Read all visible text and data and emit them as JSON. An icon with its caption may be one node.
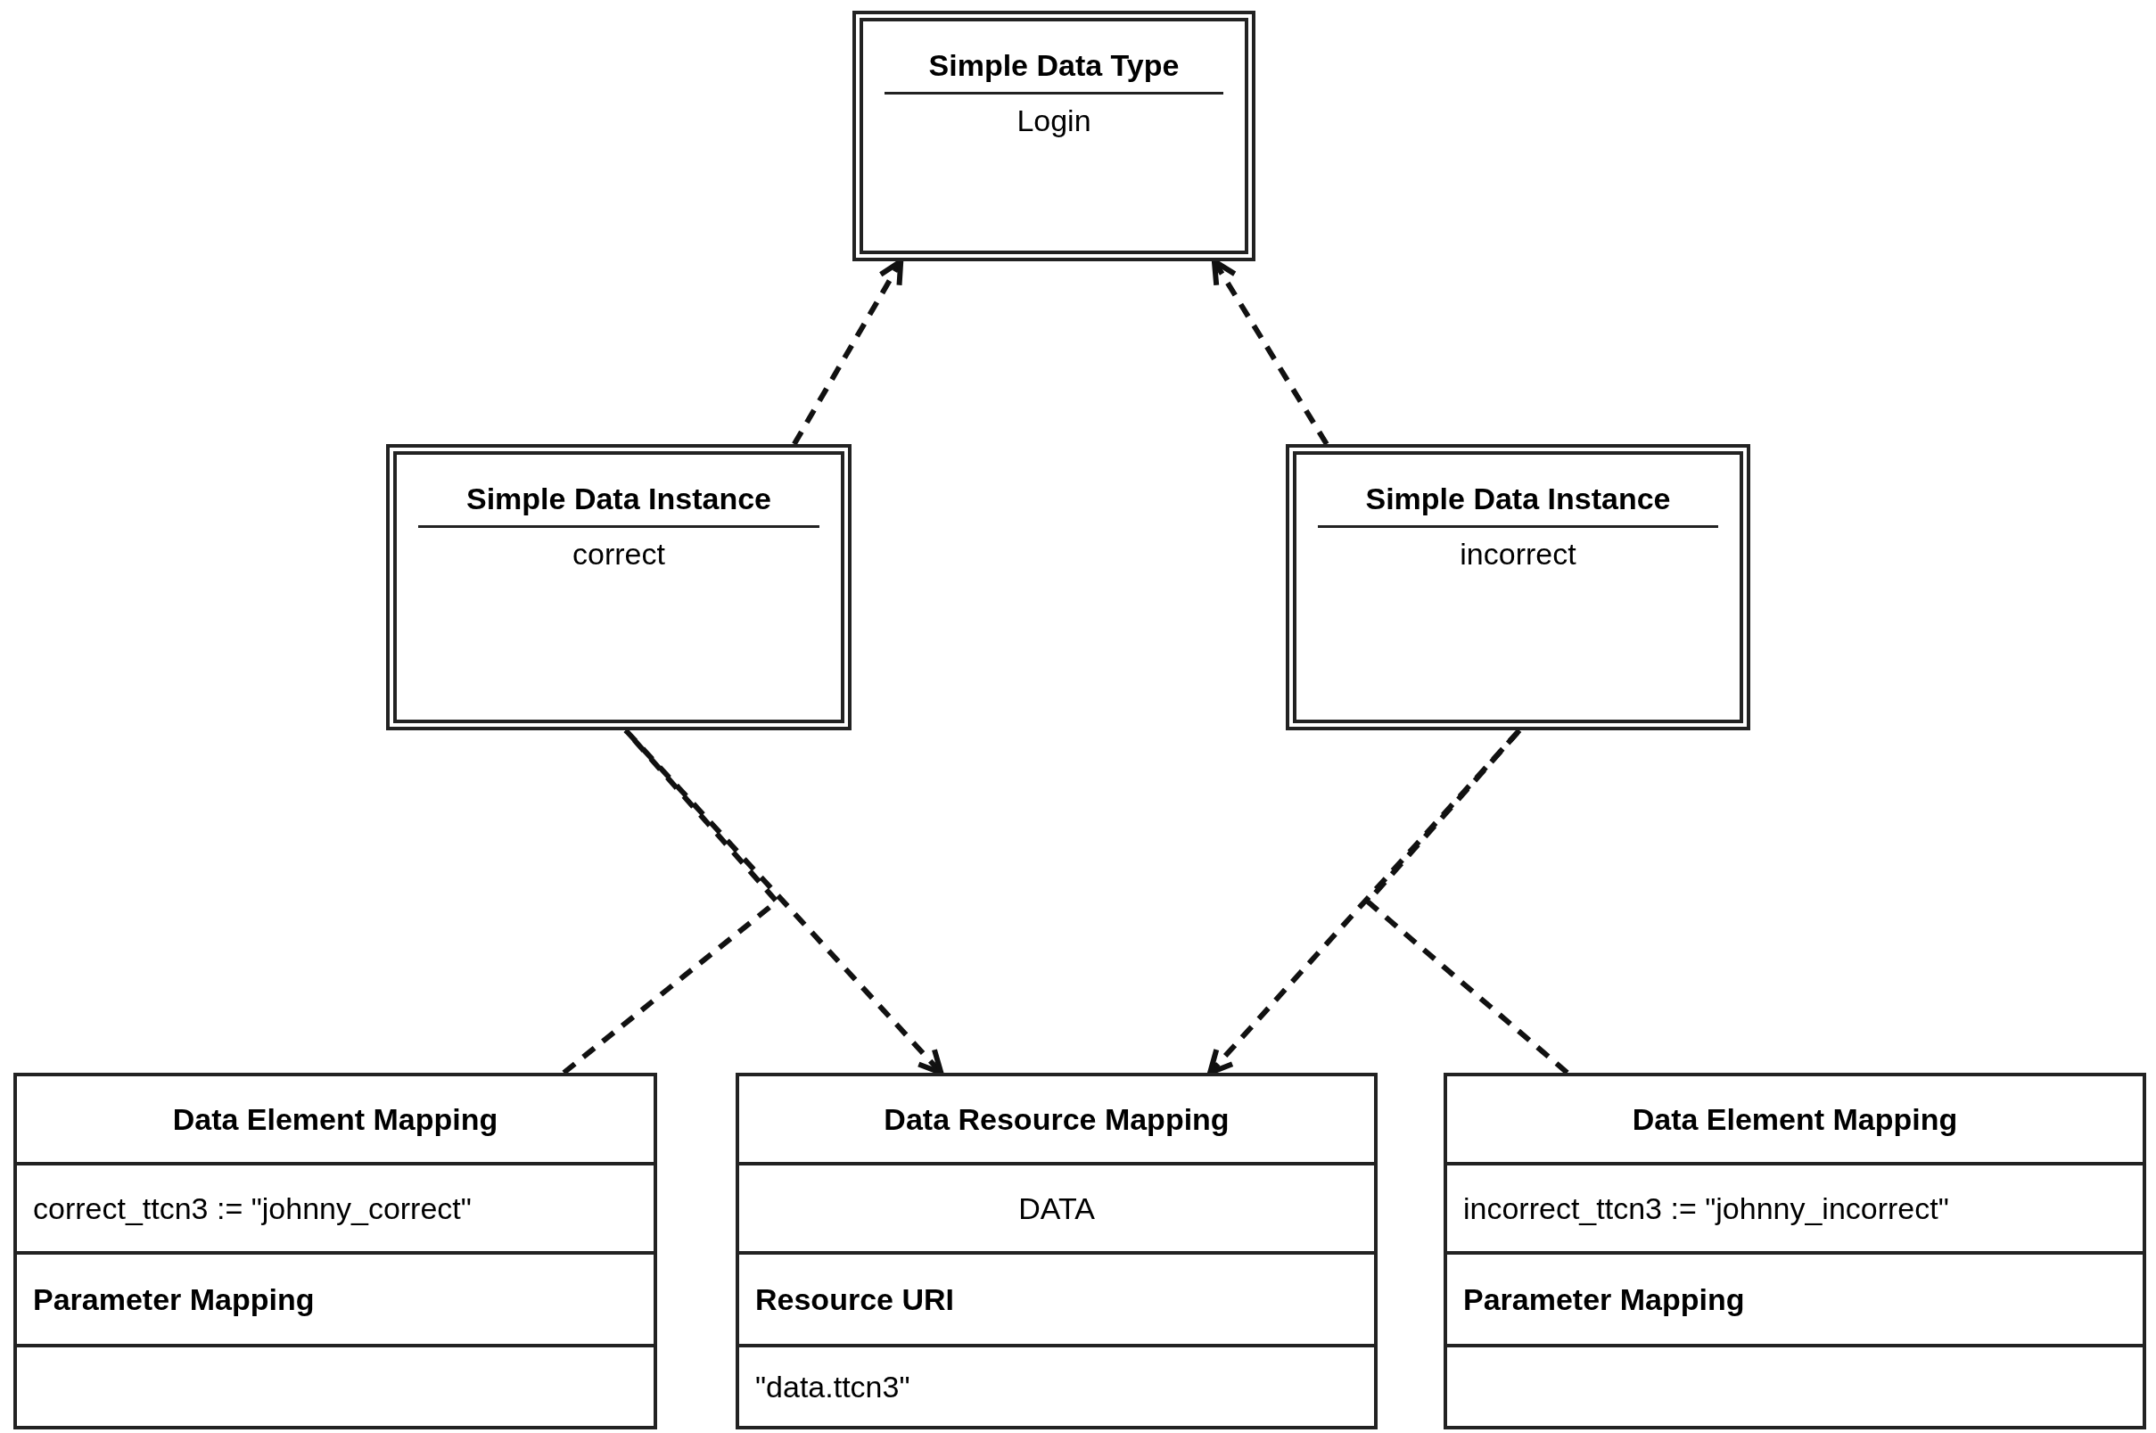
{
  "diagram": {
    "nodes": [
      {
        "text": [
          "Simple Data Type",
          "Login"
        ]
      },
      {
        "text": [
          "Simple Data Instance",
          "correct"
        ]
      },
      {
        "text": [
          "Simple Data Instance",
          "incorrect"
        ]
      },
      {
        "text": [
          "Data Element Mapping",
          "correct_ttcn3 := \"johnny_correct\"",
          "Parameter Mapping"
        ]
      },
      {
        "text": [
          "Data Resource Mapping",
          "DATA",
          "Resource URI",
          "\"data.ttcn3\""
        ]
      },
      {
        "text": [
          "Data Element Mapping",
          "incorrect_ttcn3 := \"johnny_incorrect\"",
          "Parameter Mapping"
        ]
      }
    ],
    "edges": [
      {
        "from": 1,
        "to": 0,
        "arrow": "to",
        "style": "dashed"
      },
      {
        "from": 2,
        "to": 0,
        "arrow": "to",
        "style": "dashed"
      },
      {
        "from": 1,
        "to": 4,
        "arrow": "to",
        "style": "dashed"
      },
      {
        "from": 2,
        "to": 4,
        "arrow": "to",
        "style": "dashed"
      },
      {
        "from": 3,
        "to": 1,
        "arrow": "none",
        "style": "dashed"
      },
      {
        "from": 5,
        "to": 2,
        "arrow": "none",
        "style": "dashed"
      }
    ]
  }
}
